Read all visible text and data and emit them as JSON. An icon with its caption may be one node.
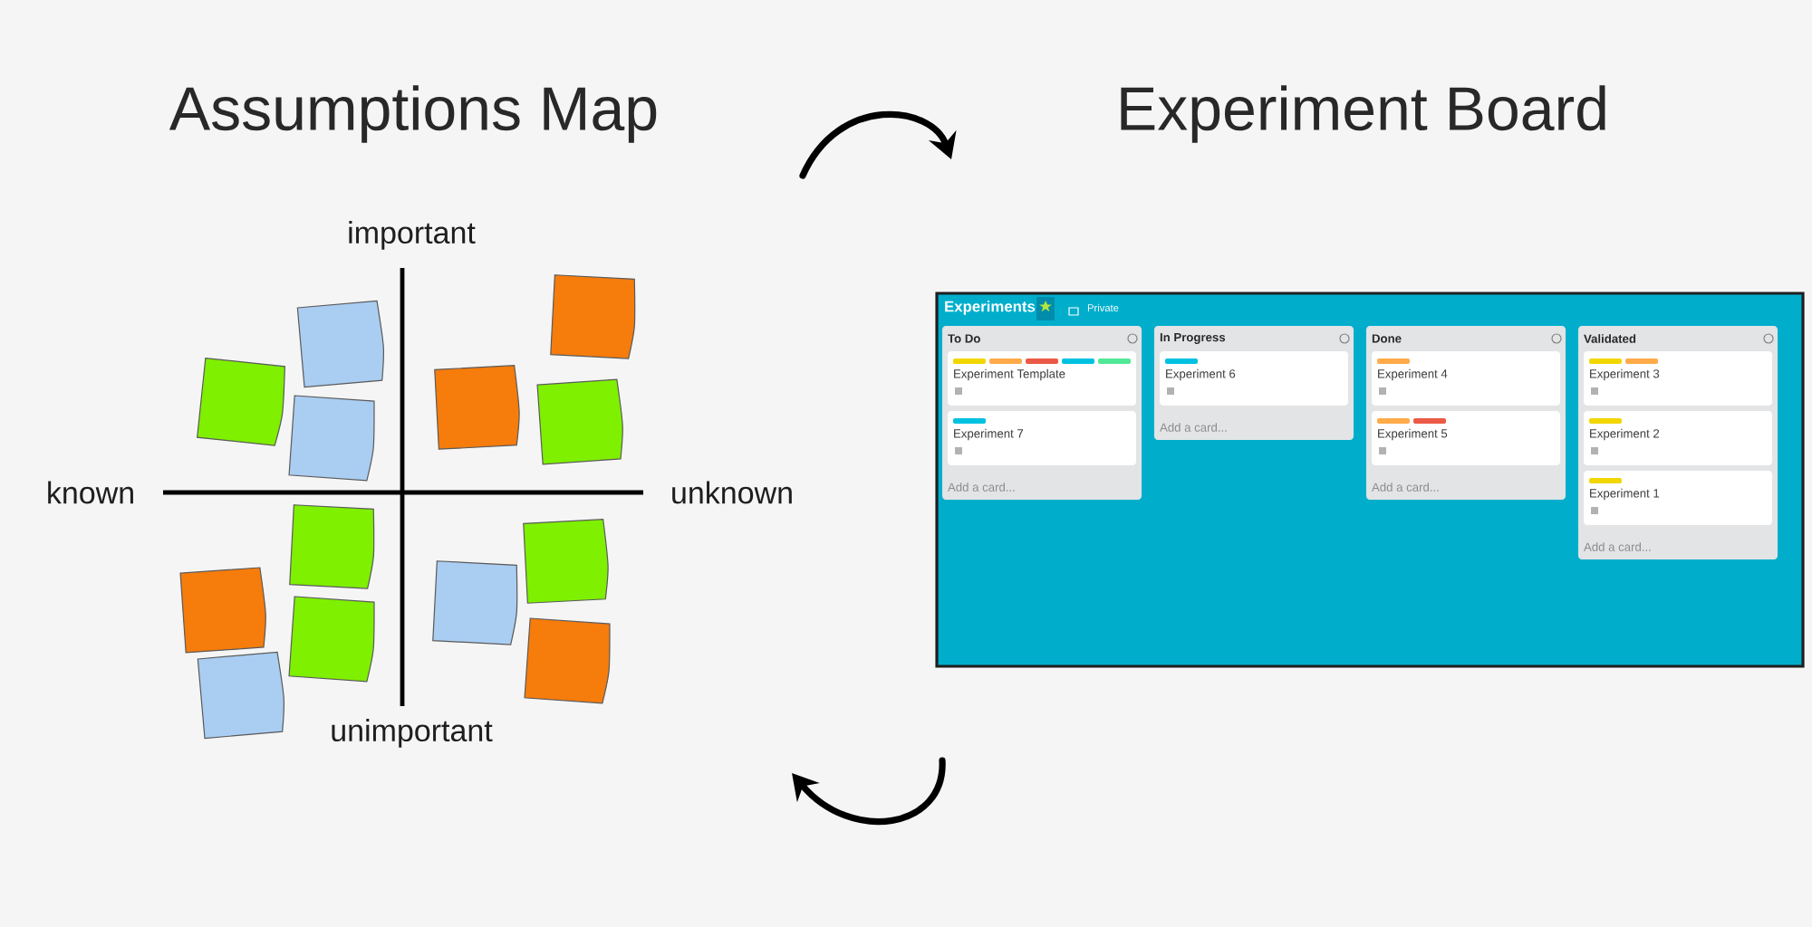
{
  "diagram": {
    "nodes": [
      {
        "text": [
          "Assumptions Map"
        ]
      },
      {
        "text": [
          "Experiment Board"
        ]
      },
      {
        "text": [],
        "shape": "picture"
      },
      {
        "text": [
          "Experiments",
          "Private"
        ]
      },
      {
        "text": [
          "To Do",
          "Add a card..."
        ],
        "in": 3
      },
      {
        "text": [
          "Experiment Template"
        ],
        "in": 4
      },
      {
        "text": [
          "Experiment 7"
        ],
        "in": 4
      },
      {
        "text": [
          "In Progress",
          "Add a card..."
        ],
        "in": 3
      },
      {
        "text": [
          "Experiment 6"
        ],
        "in": 7
      },
      {
        "text": [
          "Done",
          "Add a card..."
        ],
        "in": 3
      },
      {
        "text": [
          "Experiment 4"
        ],
        "in": 9
      },
      {
        "text": [
          "Experiment 5"
        ],
        "in": 9
      },
      {
        "text": [
          "Validated",
          "Add a card..."
        ],
        "in": 3
      },
      {
        "text": [
          "Experiment 3"
        ],
        "in": 12
      },
      {
        "text": [
          "Experiment 2"
        ],
        "in": 12
      },
      {
        "text": [
          "Experiment 1"
        ],
        "in": 12
      }
    ],
    "labels": [
      "important",
      "known",
      "unknown",
      "unimportant"
    ]
  }
}
